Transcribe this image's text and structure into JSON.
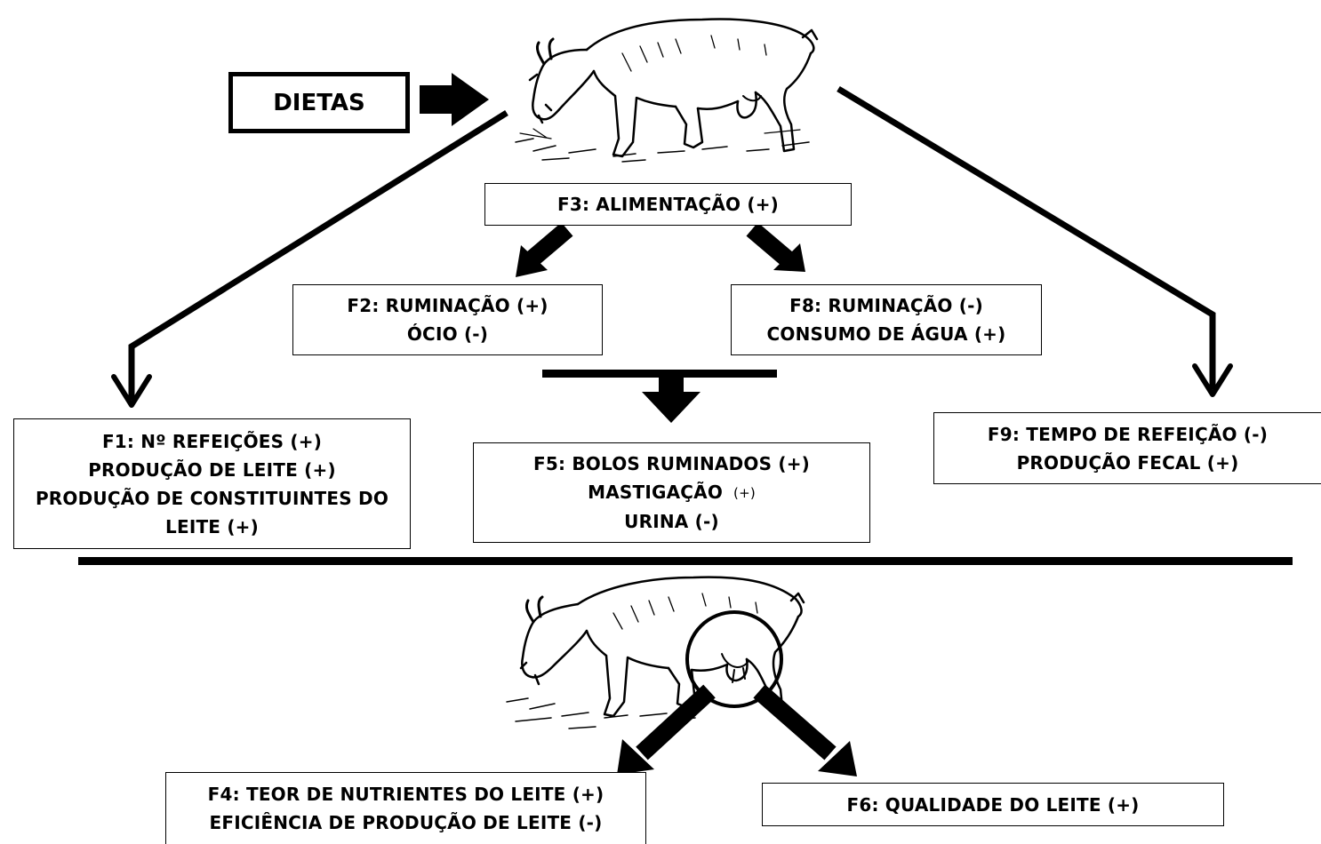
{
  "input_label": "DIETAS",
  "boxes": {
    "f3": {
      "text": "F3: ALIMENTAÇÃO (+)"
    },
    "f2": {
      "line1": "F2: RUMINAÇÃO (+)",
      "line2": "ÓCIO (-)"
    },
    "f8": {
      "line1": "F8: RUMINAÇÃO (-)",
      "line2": "CONSUMO DE ÁGUA (+)"
    },
    "f1": {
      "line1": "F1: Nº REFEIÇÕES (+)",
      "line2": "PRODUÇÃO DE LEITE (+)",
      "line3": "PRODUÇÃO DE CONSTITUINTES DO LEITE (+)"
    },
    "f5": {
      "line1": "F5: BOLOS RUMINADOS (+)",
      "line2": "MASTIGAÇÃO",
      "line2_sign": "(+)",
      "line3": "URINA (-)"
    },
    "f9": {
      "line1": "F9: TEMPO DE REFEIÇÃO (-)",
      "line2": "PRODUÇÃO FECAL (+)"
    },
    "f4": {
      "line1": "F4: TEOR DE NUTRIENTES DO LEITE (+)",
      "line2": "EFICIÊNCIA DE PRODUÇÃO DE LEITE (-)"
    },
    "f6": {
      "text": "F6: QUALIDADE DO LEITE (+)"
    }
  },
  "icons": {
    "top_animal": "goat-grazing-illustration",
    "bottom_animal": "goat-grazing-udder-highlight-illustration"
  },
  "colors": {
    "line": "#000000",
    "background": "#ffffff"
  }
}
